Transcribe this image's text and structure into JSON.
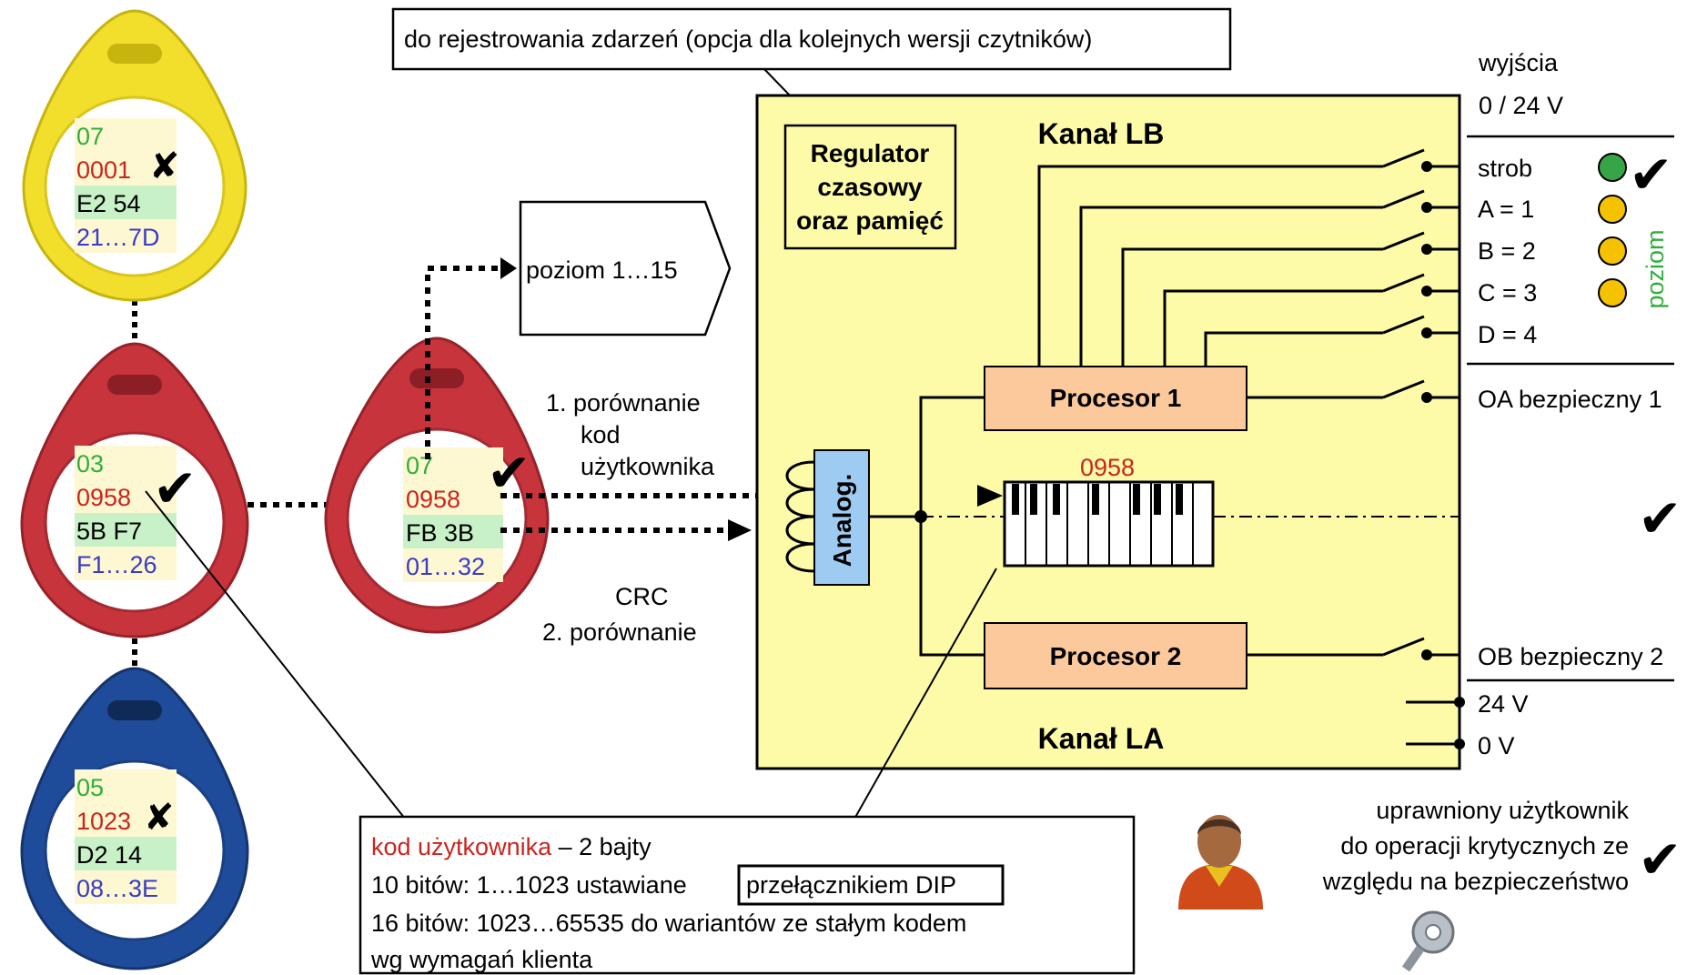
{
  "colors": {
    "yellow_fob": "#f2df2c",
    "red_fob": "#c8343c",
    "blue_fob": "#1f4c9a",
    "panel": "#fdfba8",
    "processor": "#fbc99b",
    "analog": "#9ecbf2",
    "green_text": "#2fae3b",
    "red_text": "#c9251e",
    "blue_text": "#3a3ac8",
    "led_green": "#35a545",
    "led_yellow": "#f5c200"
  },
  "note_top": "do rejestrowania zdarzeń (opcja dla kolejnych wersji czytników)",
  "fobs": [
    {
      "name": "yellow",
      "level": "07",
      "code": "0001",
      "hex": "E2 54",
      "range": "21…7D",
      "mark": "✘"
    },
    {
      "name": "red",
      "level": "03",
      "code": "0958",
      "hex": "5B F7",
      "range": "F1…26",
      "mark": "✔"
    },
    {
      "name": "blue",
      "level": "05",
      "code": "1023",
      "hex": "D2 14",
      "range": "08…3E",
      "mark": "✘"
    }
  ],
  "reader_fob": {
    "level": "07",
    "code": "0958",
    "hex": "FB 3B",
    "range": "01…32",
    "mark": "✔"
  },
  "level_arrow": "poziom 1…15",
  "compare1": {
    "line1": "1. porównanie",
    "line2": "kod",
    "line3": "użytkownika"
  },
  "compare2": {
    "line1": "CRC",
    "line2": "2. porównanie"
  },
  "panel": {
    "regulator": [
      "Regulator",
      "czasowy",
      "oraz pamięć"
    ],
    "channel_lb": "Kanał LB",
    "channel_la": "Kanał LA",
    "processor1": "Procesor 1",
    "processor2": "Procesor 2",
    "analog": "Analog.",
    "dip_code": "0958"
  },
  "outputs": {
    "title": "wyjścia",
    "voltage": "0 / 24 V",
    "items": [
      "strob",
      "A = 1",
      "B = 2",
      "C = 3",
      "D = 4",
      "OA bezpieczny 1",
      "OB bezpieczny 2",
      "24 V",
      "0 V"
    ],
    "level_label": "poziom"
  },
  "info_box": {
    "line1_red": "kod użytkownika",
    "line1_rest": " – 2 bajty",
    "line2_prefix": "10 bitów: 1…1023 ustawiane",
    "line2_boxed": "przełącznikiem DIP",
    "line3": "16 bitów: 1023…65535 do wariantów ze stałym kodem",
    "line4": "wg wymagań klienta"
  },
  "authorized": [
    "uprawniony użytkownik",
    "do operacji krytycznych ze",
    "względu na bezpieczeństwo"
  ],
  "checkmark": "✔"
}
